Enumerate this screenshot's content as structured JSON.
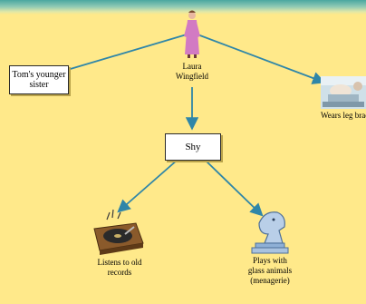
{
  "diagram": {
    "center": {
      "label": "Laura Wingfield"
    },
    "nodes": {
      "sister": "Tom's younger sister",
      "shy": "Shy",
      "leg": "Wears leg brace",
      "records": "Listens to old records",
      "glass": "Plays with glass animals (menagerie)"
    }
  },
  "colors": {
    "background": "#ffe98a",
    "arrow": "#2f86a8",
    "box_border": "#2b2b2b"
  }
}
